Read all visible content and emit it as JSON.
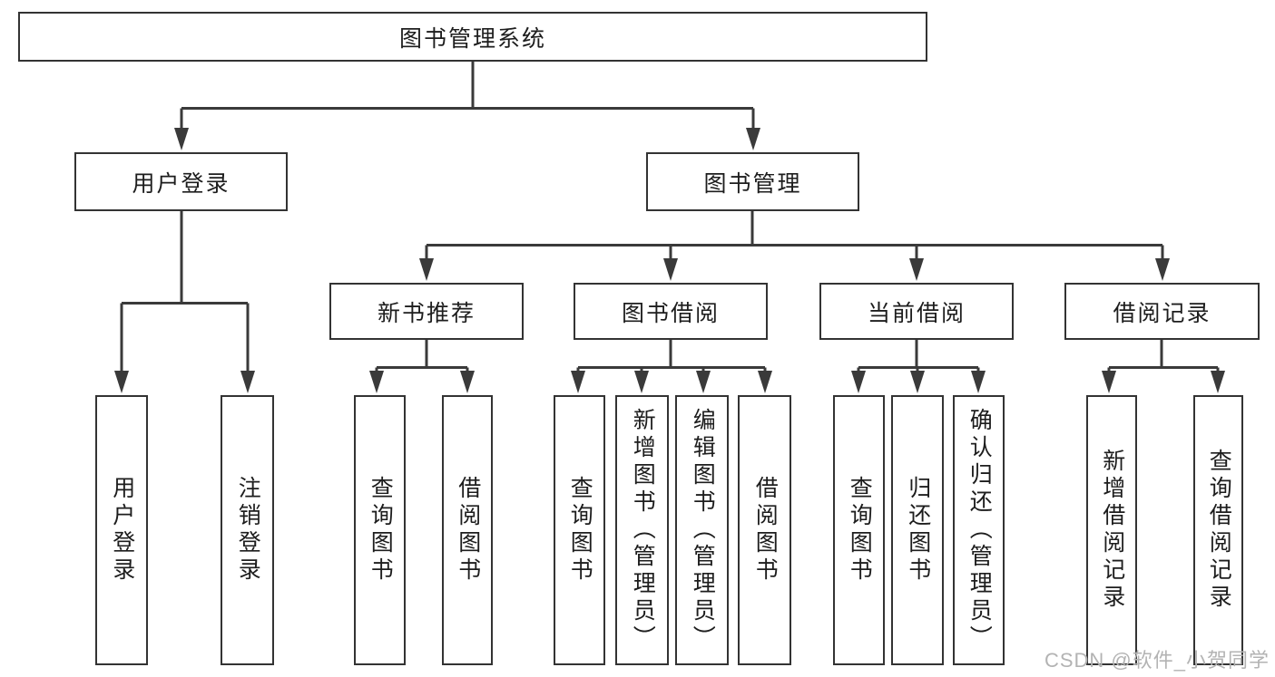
{
  "colors": {
    "background": "#ffffff",
    "box_border": "#333333",
    "connector_line": "#3a3a3a",
    "text": "#1d1d1d",
    "watermark_text": "#b3b3b3"
  },
  "diagram": {
    "title": "图书管理系统",
    "branches": [
      {
        "label": "用户登录",
        "children": [
          {
            "label": "用户登录"
          },
          {
            "label": "注销登录"
          }
        ]
      },
      {
        "label": "图书管理",
        "children": [
          {
            "label": "新书推荐",
            "children": [
              {
                "label": "查询图书"
              },
              {
                "label": "借阅图书"
              }
            ]
          },
          {
            "label": "图书借阅",
            "children": [
              {
                "label": "查询图书"
              },
              {
                "label": "新增图书（管理员）"
              },
              {
                "label": "编辑图书（管理员）"
              },
              {
                "label": "借阅图书"
              }
            ]
          },
          {
            "label": "当前借阅",
            "children": [
              {
                "label": "查询图书"
              },
              {
                "label": "归还图书"
              },
              {
                "label": "确认归还（管理员）"
              }
            ]
          },
          {
            "label": "借阅记录",
            "children": [
              {
                "label": "新增借阅记录"
              },
              {
                "label": "查询借阅记录"
              }
            ]
          }
        ]
      }
    ]
  },
  "watermark": {
    "text": "CSDN @软件_小贺同学"
  }
}
